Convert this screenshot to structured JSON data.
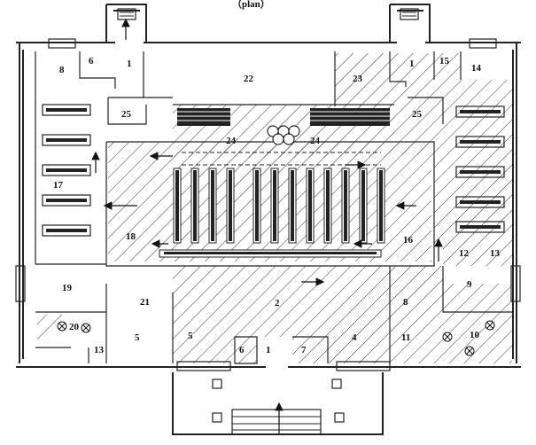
{
  "diagram": {
    "title_fragment": "（plan）",
    "room_labels": {
      "r1_left": "1",
      "r1_right": "1",
      "r1_bottom": "1",
      "r2": "2",
      "r4": "4",
      "r5_left": "5",
      "r5_mid": "5",
      "r6_top": "6",
      "r6_bottom": "6",
      "r7": "7",
      "r8_top": "8",
      "r8_right": "8",
      "r9": "9",
      "r10": "10",
      "r11": "11",
      "r12": "12",
      "r13_right": "13",
      "r13_left": "13",
      "r14": "14",
      "r15": "15",
      "r16": "16",
      "r17": "17",
      "r18": "18",
      "r19": "19",
      "r20": "20",
      "r21": "21",
      "r22": "22",
      "r23": "23",
      "r24_left": "24",
      "r24_right": "24",
      "r25_left": "25",
      "r25_right": "25"
    },
    "colors": {
      "line": "#222222",
      "hatch": "#333333",
      "background": "#ffffff"
    },
    "symbols": {
      "fixture_marker": "circle-cross-icon",
      "flow_arrow": "arrow-icon"
    }
  }
}
